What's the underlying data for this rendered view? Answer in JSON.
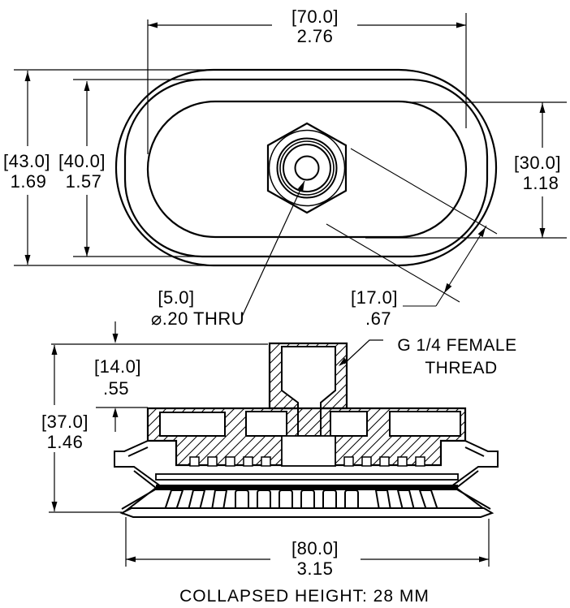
{
  "drawing": {
    "kind": "technical drawing - oval bellows suction cup, top view and section view",
    "background": "#ffffff",
    "line_color": "#000000",
    "caption": "COLLAPSED HEIGHT: 28 MM",
    "thread_note": {
      "line1": "G 1/4 FEMALE",
      "line2": "THREAD"
    },
    "dimensions": {
      "top_width": {
        "metric": "[70.0]",
        "imperial": "2.76"
      },
      "outer_height": {
        "metric": "[43.0]",
        "imperial": "1.69"
      },
      "mid_height": {
        "metric": "[40.0]",
        "imperial": "1.57"
      },
      "inner_height": {
        "metric": "[30.0]",
        "imperial": "1.18"
      },
      "hole": {
        "metric": "[5.0]",
        "imperial": "⌀.20 THRU"
      },
      "corner_radius": {
        "metric": "[17.0]",
        "imperial": ".67"
      },
      "boss_height": {
        "metric": "[14.0]",
        "imperial": ".55"
      },
      "body_height": {
        "metric": "[37.0]",
        "imperial": "1.46"
      },
      "base_width": {
        "metric": "[80.0]",
        "imperial": "3.15"
      }
    }
  }
}
